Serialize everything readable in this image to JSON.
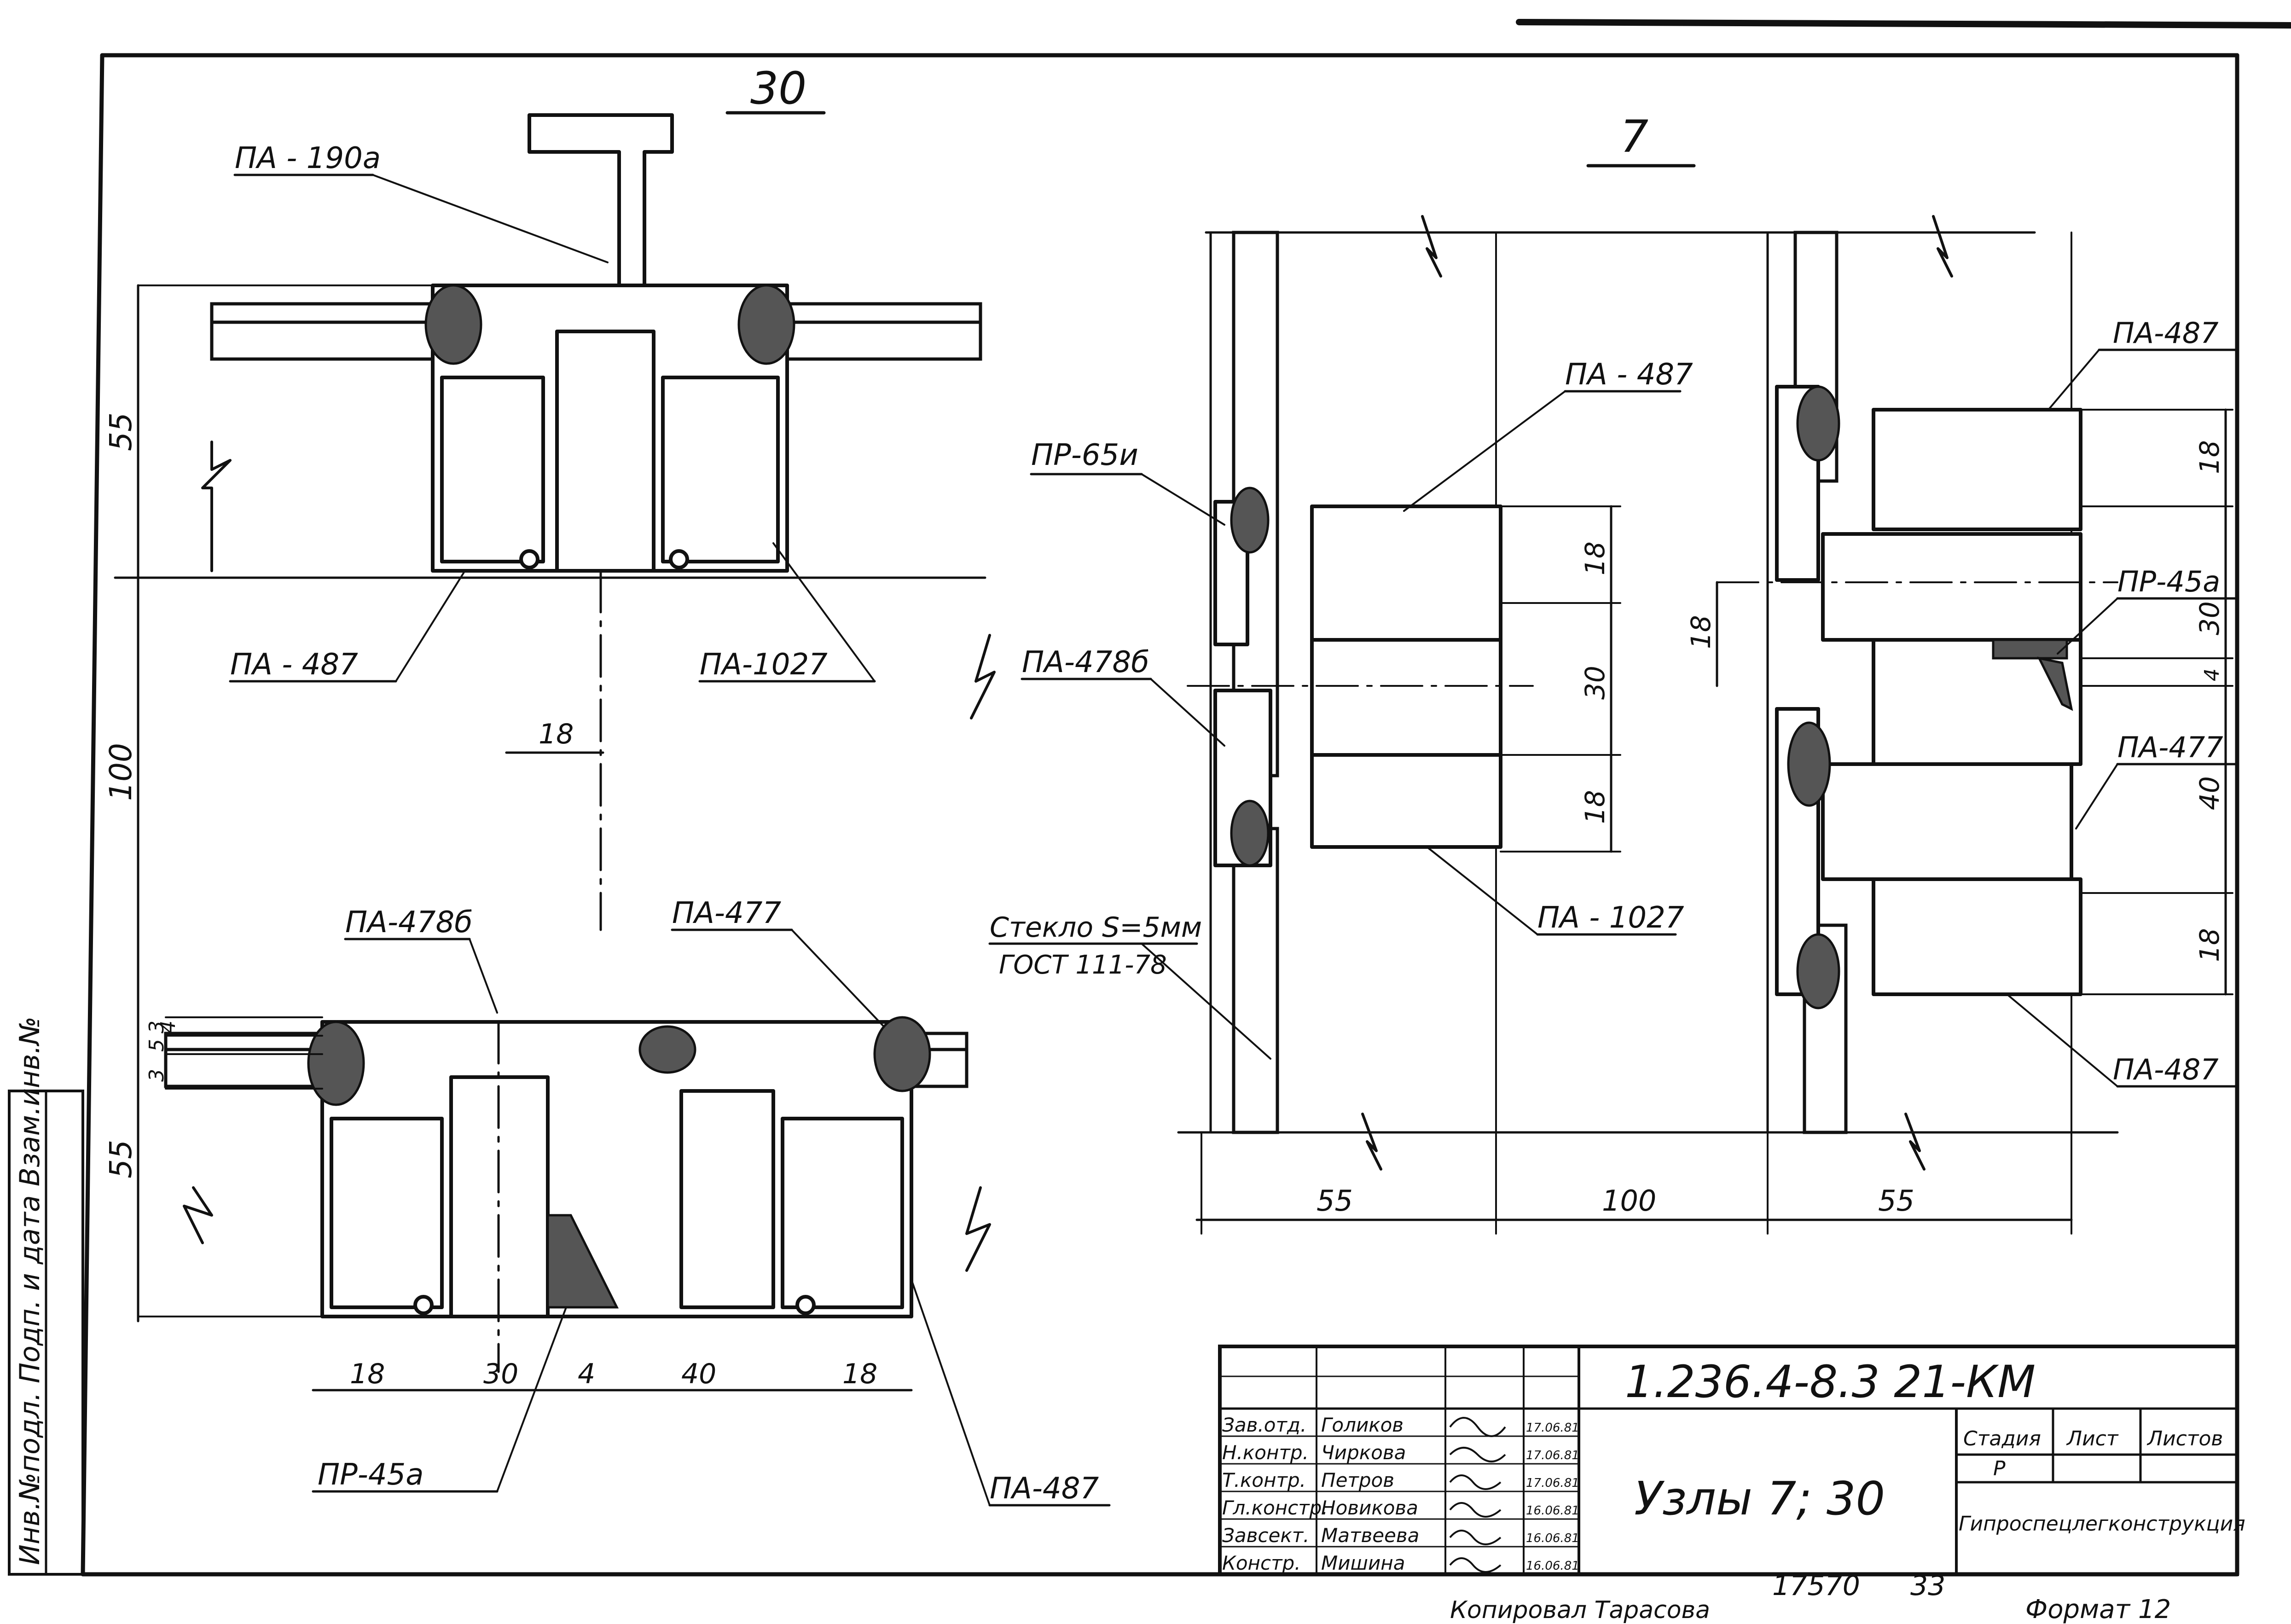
{
  "detail_30": {
    "title": "30",
    "labels": {
      "pa190a": "ПА - 190а",
      "pa487_top": "ПА - 487",
      "pa1027": "ПА-1027",
      "pa478b": "ПА-478б",
      "pa477": "ПА-477",
      "pr45a": "ПР-45а",
      "pa487_bottom": "ПА-487"
    },
    "dimensions": {
      "v55_top": "55",
      "v100": "100",
      "v55_bottom": "55",
      "mid18": "18",
      "small_3": "3",
      "small_5": "5",
      "small_3b": "3",
      "small_4": "4",
      "b18a": "18",
      "b30": "30",
      "b4": "4",
      "b40": "40",
      "b18b": "18"
    }
  },
  "detail_7": {
    "title": "7",
    "labels": {
      "pr65i": "ПР-65и",
      "pa487_a": "ПА - 487",
      "pa478b": "ПА-478б",
      "pa1027": "ПА - 1027",
      "glass_line1": "Стекло S=5мм",
      "glass_line2": "ГОСТ 111-78",
      "pa487_r1": "ПА-487",
      "pr45a": "ПР-45а",
      "pa477": "ПА-477",
      "pa487_r2": "ПА-487"
    },
    "dimensions": {
      "d18a": "18",
      "d30": "30",
      "d18b": "18",
      "l18": "18",
      "r18a": "18",
      "r30": "30",
      "r4": "4",
      "r40": "40",
      "r18b": "18",
      "b55a": "55",
      "b100": "100",
      "b55b": "55"
    }
  },
  "side_stamp": {
    "text": "Инв.№подл.  Подп. и дата  Взам.инв.№"
  },
  "title_block": {
    "code": "1.236.4-8.3 21-КМ",
    "name": "Узлы 7; 30",
    "org": "Гипроспецлегконструкция",
    "stage_header": "Стадия",
    "sheet_header": "Лист",
    "sheets_header": "Листов",
    "stage": "Р",
    "people": [
      {
        "role": "Зав.отд.",
        "name": "Голиков",
        "date": "17.06.81"
      },
      {
        "role": "Н.контр.",
        "name": "Чиркова",
        "date": "17.06.81"
      },
      {
        "role": "Т.контр.",
        "name": "Петров",
        "date": "17.06.81"
      },
      {
        "role": "Гл.констр.",
        "name": "Новикова",
        "date": "16.06.81"
      },
      {
        "role": "Завсект.",
        "name": "Матвеева",
        "date": "16.06.81"
      },
      {
        "role": "Констр.",
        "name": "Мишина",
        "date": "16.06.81"
      }
    ]
  },
  "footer": {
    "number": "17570",
    "page": "33",
    "copied": "Копировал  Тарасова",
    "format": "Формат 12"
  }
}
